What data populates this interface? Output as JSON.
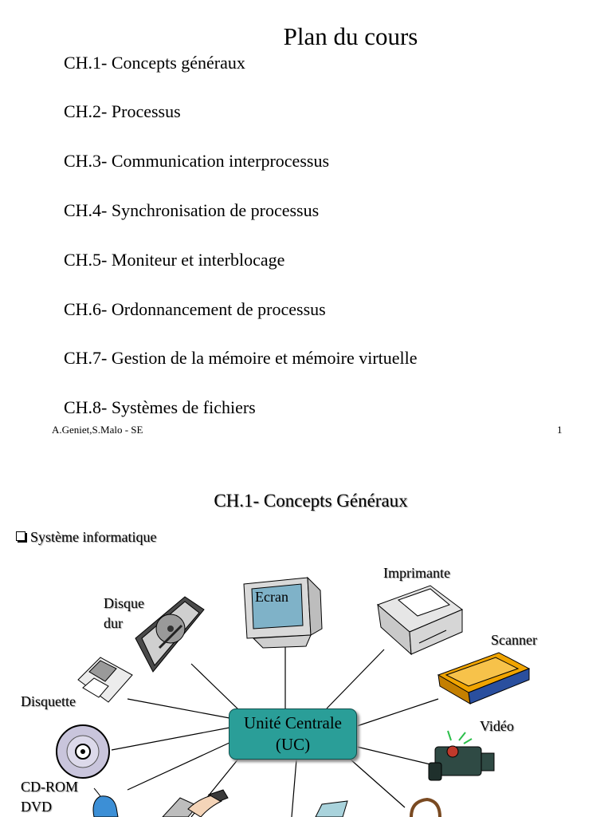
{
  "slide1": {
    "title": "Plan du cours",
    "chapters": [
      "CH.1- Concepts généraux",
      "CH.2- Processus",
      "CH.3- Communication interprocessus",
      "CH.4- Synchronisation de processus",
      "CH.5- Moniteur et interblocage",
      "CH.6- Ordonnancement de processus",
      "CH.7- Gestion de la mémoire et mémoire virtuelle",
      "CH.8- Systèmes de fichiers"
    ],
    "footer_author": "A.Geniet,S.Malo - SE",
    "page_number": "1"
  },
  "slide2": {
    "title": "CH.1- Concepts  Généraux",
    "bullet": "Système informatique",
    "central_unit": {
      "line1": "Unité Centrale",
      "line2": "(UC)"
    },
    "devices": {
      "disque_line1": "Disque",
      "disque_line2": "dur",
      "ecran": "Ecran",
      "imprimante": "Imprimante",
      "scanner": "Scanner",
      "disquette": "Disquette",
      "video": "Vidéo",
      "cdrom_line1": "CD-ROM",
      "cdrom_line2": "DVD"
    },
    "colors": {
      "uc_fill": "#2a9e98",
      "scanner": "#f0a400",
      "camera": "#2f4a44"
    }
  }
}
